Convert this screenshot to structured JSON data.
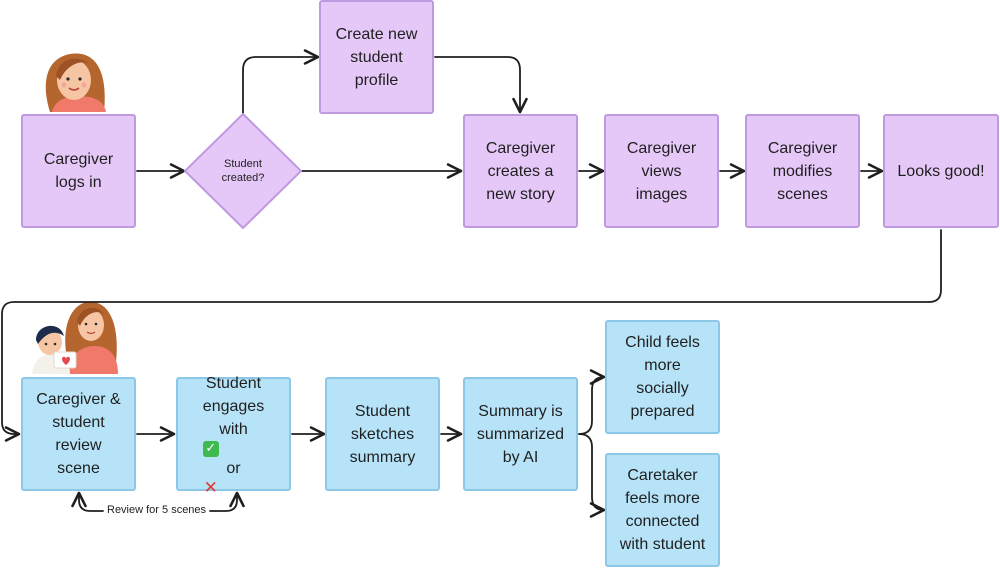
{
  "nodes": {
    "login": "Caregiver\nlogs in",
    "decision": "Student\ncreated?",
    "create_profile": "Create new\nstudent\nprofile",
    "create_story": "Caregiver\ncreates a\nnew story",
    "views_images": "Caregiver\nviews\nimages",
    "modifies_scenes": "Caregiver\nmodifies\nscenes",
    "looks_good": "Looks good!",
    "review_scene": "Caregiver &\nstudent\nreview\nscene",
    "engages_line1": "Student",
    "engages_line2": "engages",
    "engages_with": "with",
    "engages_or": "or",
    "sketches": "Student\nsketches\nsummary",
    "summarized": "Summary is\nsummarized\nby AI",
    "child_feels": "Child feels\nmore\nsocially\nprepared",
    "caretaker_feels": "Caretaker\nfeels more\nconnected\nwith student"
  },
  "loop_label": "Review for 5 scenes",
  "icons": [
    "woman-avatar-icon",
    "caregiver-child-avatar-icon",
    "check-mark-icon",
    "cross-mark-icon"
  ],
  "colors": {
    "purple_fill": "#e6c8f8",
    "purple_border": "#c09ae0",
    "blue_fill": "#b7e3f8",
    "blue_border": "#8dc7e8",
    "connector": "#1f1f1f"
  }
}
